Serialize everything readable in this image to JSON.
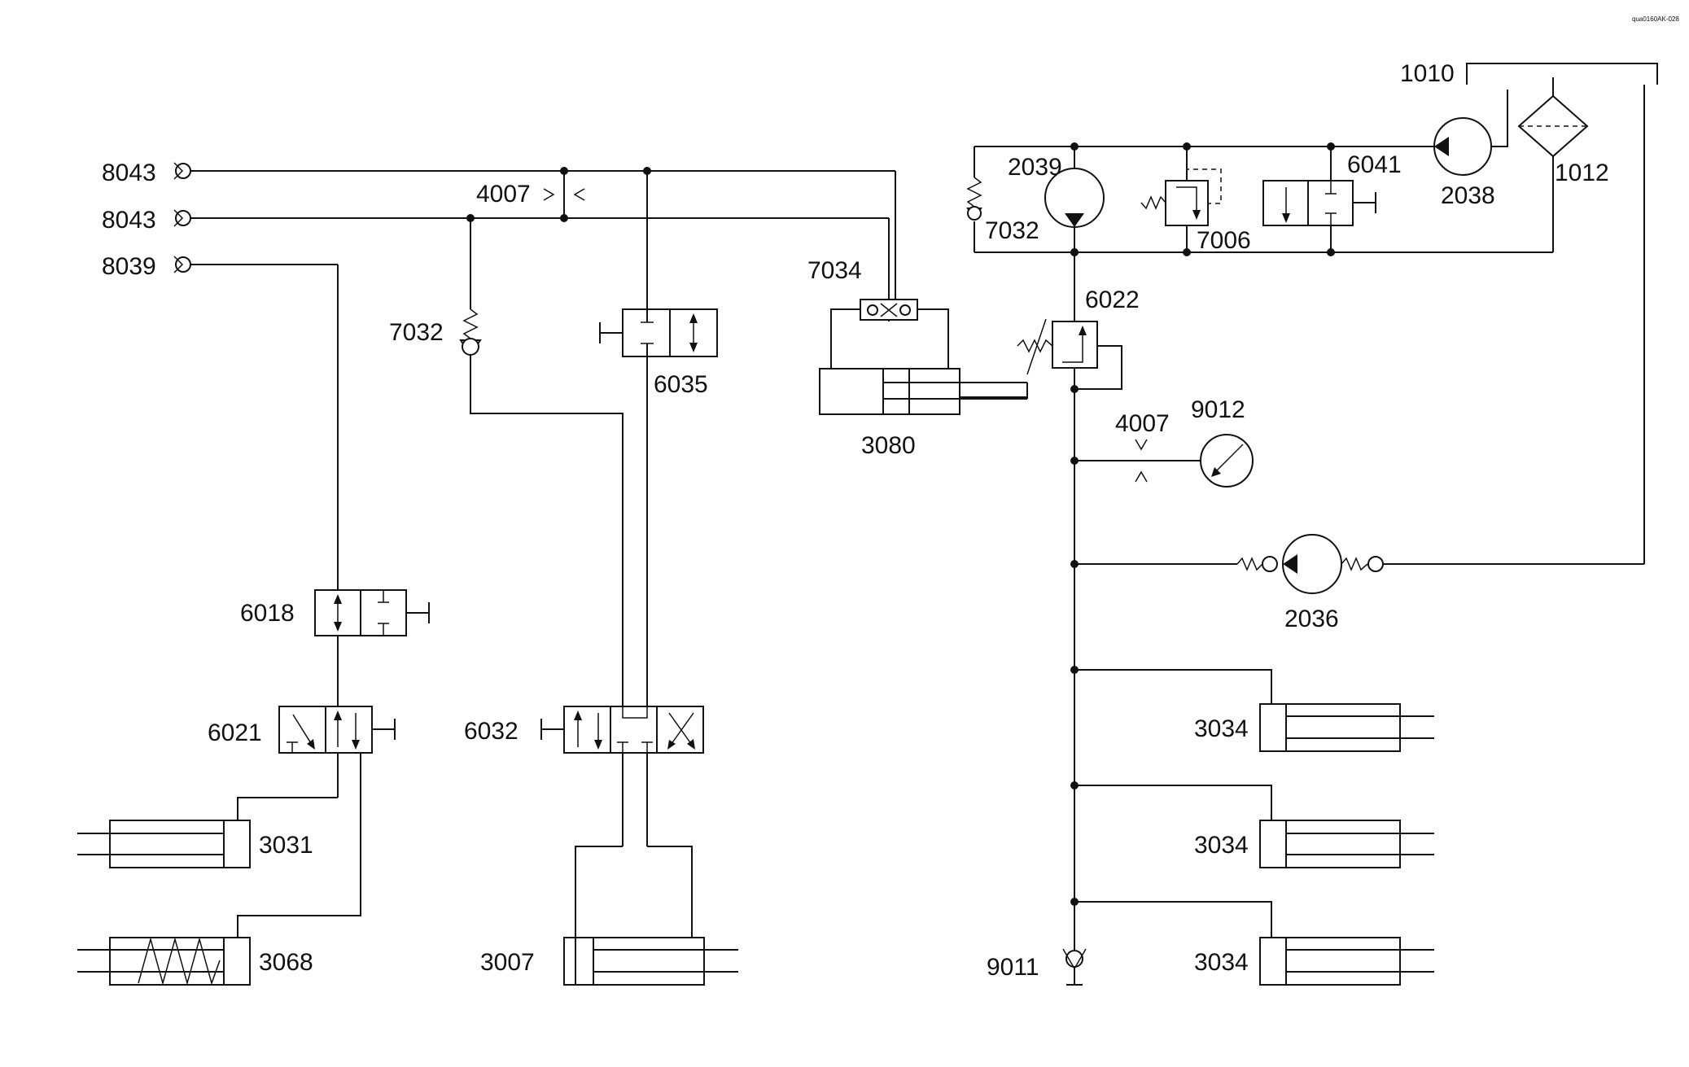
{
  "labels": {
    "reservoir": "1010",
    "filter": "1012",
    "pump_main": "2038",
    "valve_6041": "6041",
    "relief_7006": "7006",
    "motor_2039": "2039",
    "check_7032_top": "7032",
    "valve_6022": "6022",
    "throttle_4007_mid": "4007",
    "gauge_9012": "9012",
    "motor_2036": "2036",
    "cyl_3034_a": "3034",
    "cyl_3034_b": "3034",
    "cyl_3034_c": "3034",
    "fitting_9011": "9011",
    "cyl_3080": "3080",
    "shuttle_7034": "7034",
    "port_8043_a": "8043",
    "port_8043_b": "8043",
    "port_8039": "8039",
    "throttle_4007_top": "4007",
    "check_7032_left": "7032",
    "valve_6035": "6035",
    "valve_6018": "6018",
    "valve_6021": "6021",
    "valve_6032": "6032",
    "cyl_3031": "3031",
    "cyl_3068": "3068",
    "cyl_3007": "3007",
    "corner_code": "qua0160AK-028"
  }
}
